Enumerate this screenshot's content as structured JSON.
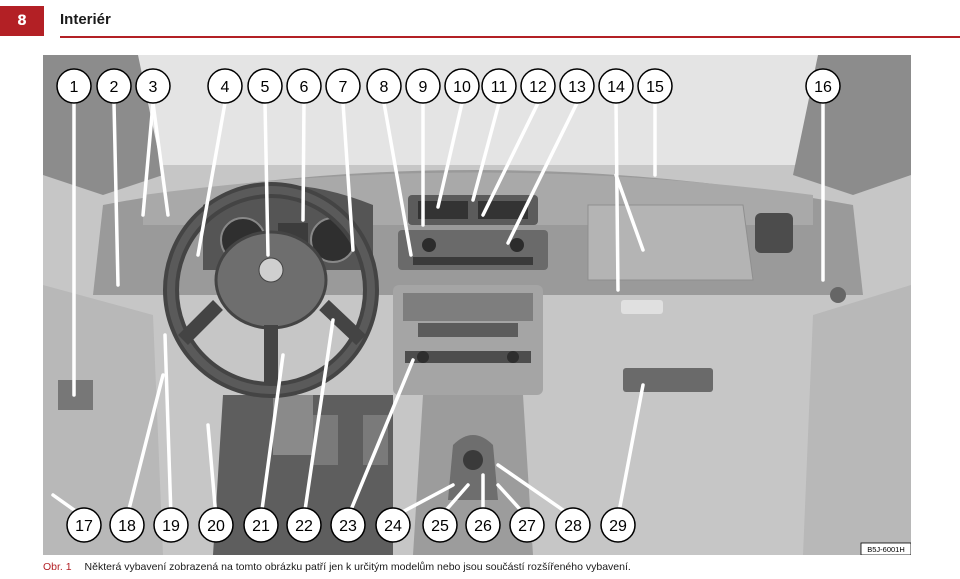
{
  "header": {
    "page_number": "8",
    "chapter_title": "Interiér",
    "accent_color": "#b32025"
  },
  "figure": {
    "image_code": "B5J-6001H",
    "callouts_top": [
      "1",
      "2",
      "3",
      "4",
      "5",
      "6",
      "7",
      "8",
      "9",
      "10",
      "11",
      "12",
      "13",
      "14",
      "15",
      "16"
    ],
    "callouts_bottom": [
      "17",
      "18",
      "19",
      "20",
      "21",
      "22",
      "23",
      "24",
      "25",
      "26",
      "27",
      "28",
      "29"
    ]
  },
  "caption": {
    "prefix": "Obr. 1",
    "text": "Některá vybavení zobrazená na tomto obrázku patří jen k určitým modelům nebo jsou součástí rozšířeného vybavení."
  }
}
